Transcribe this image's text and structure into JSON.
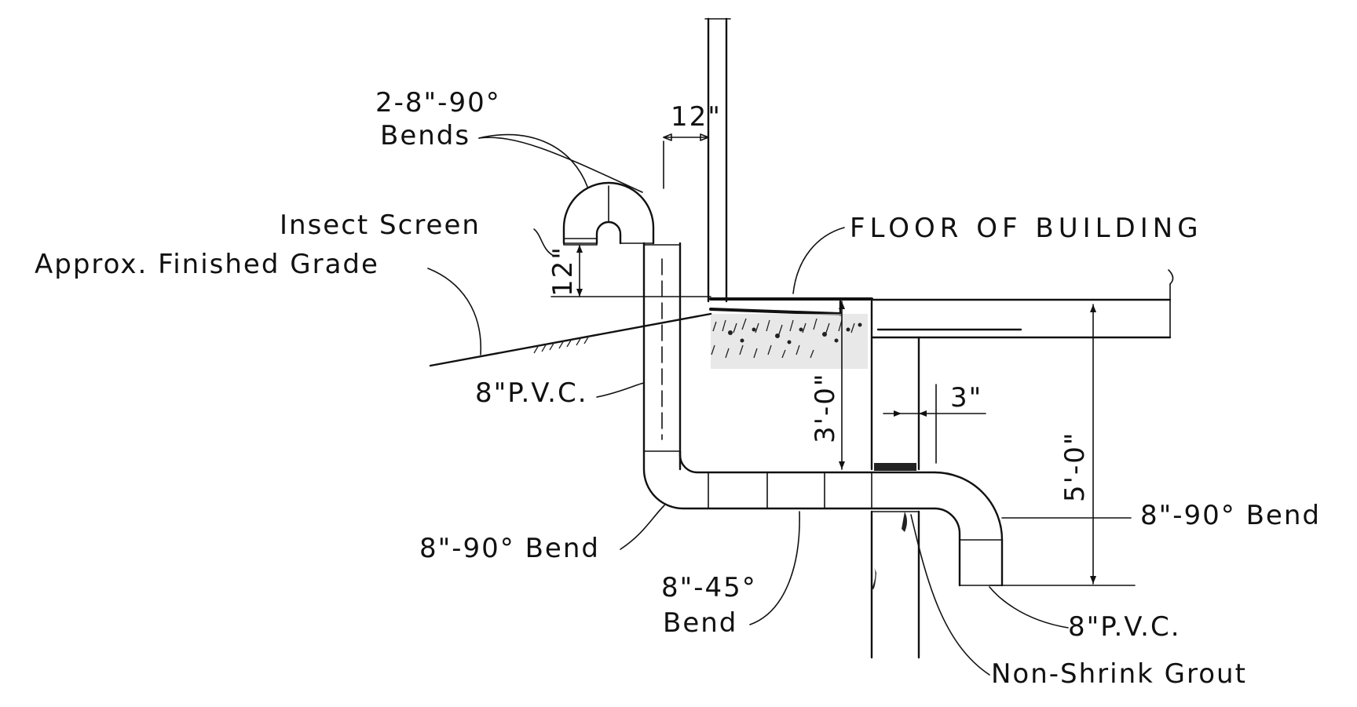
{
  "labels": {
    "bends_top_line1": "2-8\"-90°",
    "bends_top_line2": "Bends",
    "insect_screen": "Insect Screen",
    "finished_grade": "Approx. Finished Grade",
    "floor_of_building": "FLOOR OF BUILDING",
    "pvc_left": "8\"P.V.C.",
    "bend_left": "8\"-90° Bend",
    "bend45_line1": "8\"-45°",
    "bend45_line2": "Bend",
    "bend_right": "8\"-90° Bend",
    "pvc_right": "8\"P.V.C.",
    "grout": "Non-Shrink Grout"
  },
  "dimensions": {
    "offset_12": "12\"",
    "vent_height_12": "12\"",
    "depth_3ft": "3'-0\"",
    "depth_5ft": "5'-0\"",
    "wall_3": "3\""
  }
}
